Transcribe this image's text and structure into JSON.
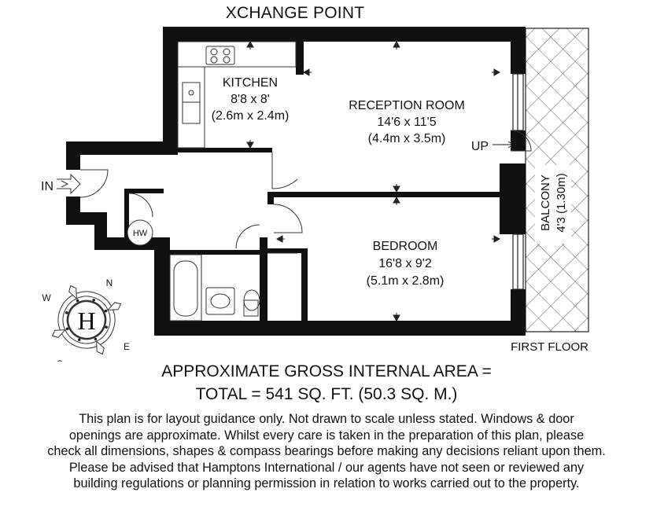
{
  "title": "XCHANGE POINT",
  "floor": "FIRST FLOOR",
  "rooms": {
    "kitchen": {
      "name": "KITCHEN",
      "dim_imperial": "8'8 x 8'",
      "dim_metric": "(2.6m x 2.4m)"
    },
    "reception": {
      "name": "RECEPTION ROOM",
      "dim_imperial": "14'6 x 11'5",
      "dim_metric": "(4.4m x 3.5m)"
    },
    "bedroom": {
      "name": "BEDROOM",
      "dim_imperial": "16'8 x 9'2",
      "dim_metric": "(5.1m x 2.8m)"
    },
    "balcony": {
      "name": "BALCONY",
      "dim": "4'3 (1.30m)"
    }
  },
  "labels": {
    "entrance": "IN",
    "up": "UP",
    "hot_water": "HW"
  },
  "compass": {
    "logo": "H",
    "n": "N",
    "e": "E",
    "s": "S",
    "w": "W"
  },
  "area": {
    "line1": "APPROXIMATE GROSS INTERNAL AREA =",
    "line2": "TOTAL = 541 SQ. FT. (50.3 SQ. M.)"
  },
  "disclaimer": [
    "This plan is for layout guidance only. Not drawn to scale unless stated. Windows & door",
    "openings are approximate. Whilst every care is taken in the preparation of this plan, please",
    "check all dimensions, shapes & compass bearings before making any decisions reliant upon them.",
    "Please be advised that Hamptons International / our agents have not seen or reviewed any",
    "building regulations or planning permission in relation to works carried out to the property."
  ],
  "colors": {
    "wall": "#111111",
    "line": "#222222",
    "background": "#ffffff"
  }
}
